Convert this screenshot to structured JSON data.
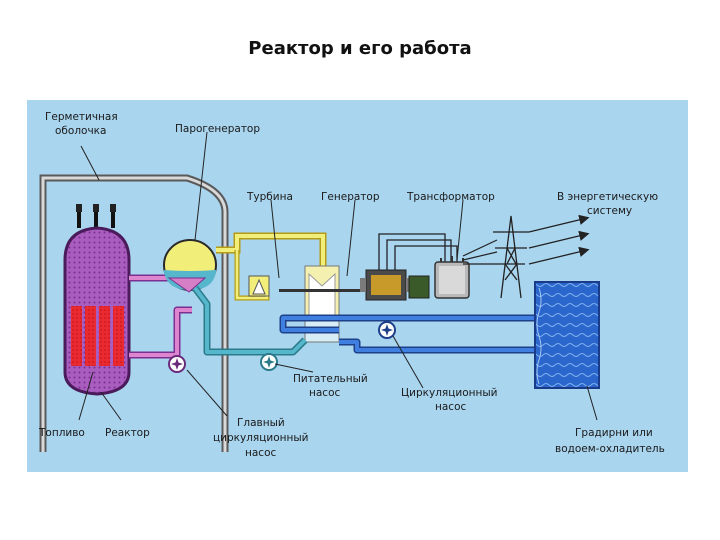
{
  "title": "Реактор и его работа",
  "labels": {
    "containment_l1": "Герметичная",
    "containment_l2": "оболочка",
    "steam_generator": "Парогенератор",
    "turbine": "Турбина",
    "generator": "Генератор",
    "transformer": "Трансформатор",
    "grid_l1": "В энергетическую",
    "grid_l2": "систему",
    "feed_pump_l1": "Питательный",
    "feed_pump_l2": "насос",
    "circ_pump_l1": "Циркуляционный",
    "circ_pump_l2": "насос",
    "main_pump_l1": "Главный",
    "main_pump_l2": "циркуляционный",
    "main_pump_l3": "насос",
    "fuel": "Топливо",
    "reactor": "Реактор",
    "cooling_l1": "Градирни или",
    "cooling_l2": "водоем-охладитель"
  },
  "colors": {
    "background": "#a9d5ef",
    "reactor_vessel": "#a257b8",
    "fuel_rods": "#e8222b",
    "steam": "#f2ee7a",
    "feedwater": "#55b6cc",
    "cooling_water": "#2f6fd1",
    "primary_loop": "#d67fc6"
  }
}
